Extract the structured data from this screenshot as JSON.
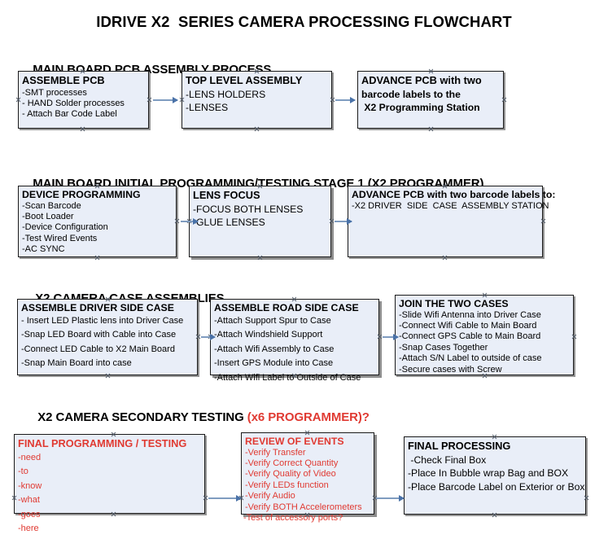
{
  "document": {
    "title": "IDRIVE X2  SERIES CAMERA PROCESSING FLOWCHART",
    "accent_color": "#e03a32",
    "box_fill": "#e9eef8",
    "box_border": "#1a1a1a",
    "arrow_color": "#7f9cc0"
  },
  "sections": [
    {
      "heading": "MAIN BOARD PCB ASSEMBLY PROCESS",
      "heading_accent": "",
      "boxes": [
        {
          "title": "ASSEMBLE PCB",
          "lines": [
            "-SMT processes",
            "- HAND Solder processes",
            "- Attach Bar Code Label"
          ]
        },
        {
          "title": "TOP LEVEL ASSEMBLY",
          "lines": [
            "-LENS HOLDERS",
            "-LENSES"
          ]
        },
        {
          "title": "ADVANCE PCB with two",
          "lines": [
            "barcode labels to the",
            " X2 Programming Station"
          ]
        }
      ]
    },
    {
      "heading": "MAIN BOARD INITIAL PROGRAMMING/TESTING STAGE 1 (X2 PROGRAMMER)",
      "heading_accent": "",
      "boxes": [
        {
          "title": "DEVICE PROGRAMMING",
          "lines": [
            "-Scan Barcode",
            "-Boot Loader",
            "-Device Configuration",
            "-Test Wired Events",
            "-AC SYNC"
          ]
        },
        {
          "title": "LENS FOCUS",
          "lines": [
            "-FOCUS BOTH LENSES",
            "-GLUE LENSES"
          ]
        },
        {
          "title": "ADVANCE PCB with two barcode labels to:",
          "lines": [
            "-X2 DRIVER  SIDE  CASE  ASSEMBLY STATION"
          ]
        }
      ]
    },
    {
      "heading": "X2 CAMERA CASE ASSEMBLIES",
      "heading_accent": "",
      "boxes": [
        {
          "title": "ASSEMBLE DRIVER SIDE CASE",
          "lines": [
            "- Insert LED Plastic lens into Driver Case",
            "-Snap LED Board with Cable into Case",
            "-Connect LED Cable to X2 Main Board",
            "-Snap Main Board into case"
          ]
        },
        {
          "title": "ASSEMBLE ROAD SIDE CASE",
          "lines": [
            "-Attach Support Spur to Case",
            "-Attach Windshield Support",
            "-Attach Wifi Assembly to Case",
            "-Insert GPS Module into Case",
            "-Attach Wifi Label to Outside of Case"
          ]
        },
        {
          "title": "JOIN THE TWO CASES",
          "lines": [
            "-Slide Wifi Antenna into Driver Case",
            "-Connect Wifi Cable to Main Board",
            "-Connect GPS Cable to Main Board",
            "-Snap Cases Together",
            "-Attach S/N Label to outside of case",
            "-Secure cases with Screw"
          ]
        }
      ]
    },
    {
      "heading": "X2 CAMERA SECONDARY TESTING ",
      "heading_accent": "(x6 PROGRAMMER)?",
      "boxes": [
        {
          "title": "FINAL PROGRAMMING / TESTING",
          "lines": [
            "-need",
            "-to",
            "-know",
            "-what",
            "-goes",
            "-here"
          ]
        },
        {
          "title": "REVIEW OF EVENTS",
          "lines": [
            "-Verify Transfer",
            "-Verify Correct Quantity",
            "-Verify Quality of Video",
            "-Verify LEDs function",
            "-Verify Audio",
            "-Verify BOTH Accelerometers"
          ],
          "overflow_line": "-Test of accessory ports?"
        },
        {
          "title": "FINAL PROCESSING",
          "lines": [
            " -Check Final Box",
            "-Place In Bubble wrap Bag and BOX",
            "-Place Barcode Label on Exterior or Box"
          ]
        }
      ]
    }
  ]
}
